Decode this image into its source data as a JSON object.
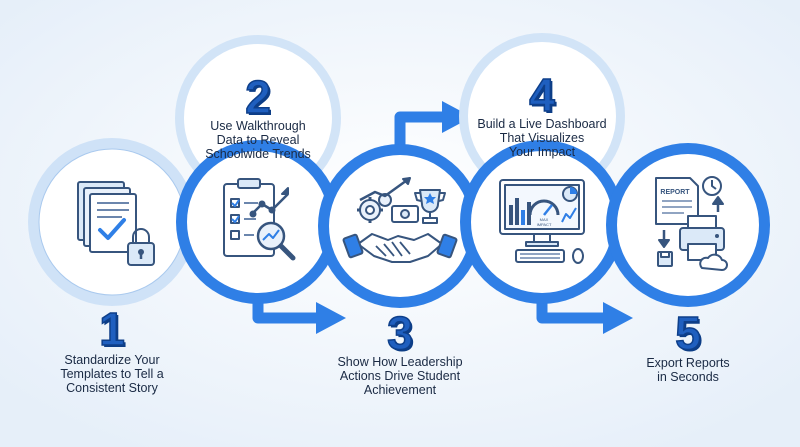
{
  "colors": {
    "background": "#eef4fb",
    "accent": "#2f7fe6",
    "ring_light": "#cfe2f7",
    "icon_stroke": "#37557e",
    "text": "#1a2a44"
  },
  "steps": [
    {
      "number": "1",
      "lines": [
        "Standardize Your",
        "Templates to Tell a",
        "Consistent Story"
      ],
      "icon": "document-stack-lock-icon"
    },
    {
      "number": "2",
      "lines": [
        "Use Walkthrough",
        "Data to Reveal",
        "Schoolwide Trends"
      ],
      "icon": "clipboard-chart-magnifier-icon"
    },
    {
      "number": "3",
      "lines": [
        "Show How Leadership",
        "Actions Drive Student",
        "Achievement"
      ],
      "icon": "handshake-trophy-icon"
    },
    {
      "number": "4",
      "lines": [
        "Build a Live Dashboard",
        "That Visualizes",
        "Your Impact"
      ],
      "icon": "monitor-dashboard-icon",
      "gauge_text": [
        "MAX",
        "IMPACT"
      ]
    },
    {
      "number": "5",
      "lines": [
        "Export Reports",
        "in Seconds"
      ],
      "icon": "report-printer-icon",
      "report_text": "REPORT"
    }
  ]
}
